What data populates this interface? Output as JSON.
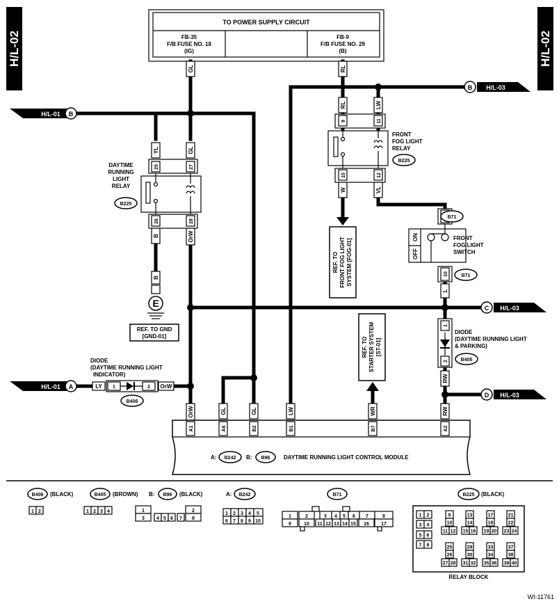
{
  "side_tab": "H/L-02",
  "power_box": {
    "title": "TO POWER SUPPLY CIRCUIT",
    "left_fuse": [
      "FB-35",
      "F/B FUSE NO. 18",
      "(IG)"
    ],
    "right_fuse": [
      "FB-9",
      "F/B FUSE NO. 29",
      "(B)"
    ]
  },
  "wires": {
    "gl": "GL",
    "rl": "RL",
    "lw": "LW",
    "yl": "YL",
    "b": "B",
    "orw": "OrW",
    "w": "W",
    "vl": "VL",
    "l": "L",
    "rw": "RW",
    "wr": "WR",
    "ly": "LY"
  },
  "connectors": {
    "left_in": "H/L-01",
    "left_in_letter": "B",
    "left_in2": "H/L-01",
    "left_in2_letter": "A",
    "right_b": "H/L-03",
    "right_b_letter": "B",
    "right_c": "H/L-03",
    "right_c_letter": "C",
    "right_d": "H/L-03",
    "right_d_letter": "D"
  },
  "pins": {
    "p25": "25",
    "p27": "27",
    "p26": "26",
    "p28": "28",
    "p9": "9",
    "p11": "11",
    "p10": "10",
    "p12": "12",
    "s11": "11",
    "s10": "10",
    "d1": "1",
    "d2": "2",
    "dd1": "1",
    "dd2": "2"
  },
  "drl_relay": {
    "lines": [
      "DAYTIME",
      "RUNNING",
      "LIGHT",
      "RELAY"
    ],
    "conn": "B225"
  },
  "fog_relay": {
    "lines": [
      "FRONT",
      "FOG LIGHT",
      "RELAY"
    ],
    "conn": "B225"
  },
  "fog_switch": {
    "lines": [
      "FRONT",
      "FOG LIGHT",
      "SWITCH"
    ],
    "conn": "B71",
    "conn2": "B71",
    "on": "ON",
    "off": "OFF"
  },
  "diode_right": {
    "lines": [
      "DIODE",
      "(DAYTIME RUNNING LIGHT",
      "& PARKING)"
    ],
    "conn": "B405"
  },
  "diode_left": {
    "lines": [
      "DIODE",
      "(DAYTIME RUNNING LIGHT",
      "INDICATOR)"
    ],
    "conn": "B406"
  },
  "ground": {
    "letter": "E",
    "ref": [
      "REF. TO GND",
      "[GND-01]"
    ]
  },
  "ref_fog": [
    "REF. TO",
    "FRONT FOG LIGHT",
    "SYSTEM [FOG-01]"
  ],
  "ref_starter": [
    "REF. TO",
    "STARTER SYSTEM",
    "[ST-01]"
  ],
  "module": {
    "pins": [
      "A1",
      "A6",
      "B2",
      "B1",
      "B7",
      "A2"
    ],
    "a_label": "A:",
    "a_conn": "B242",
    "b_label": "B:",
    "b_conn": "B96",
    "title": "DAYTIME RUNNING LIGHT CONTROL MODULE"
  },
  "legend": {
    "b406": {
      "name": "B406",
      "color": "(BLACK)",
      "pins": [
        "1",
        "2"
      ]
    },
    "b405": {
      "name": "B405",
      "color": "(BROWN)",
      "pins": [
        "1",
        "2",
        "3",
        "4"
      ]
    },
    "b96": {
      "prefix": "B:",
      "name": "B96",
      "color": "(BLACK)",
      "row1": [
        "1",
        "",
        "",
        "",
        "2"
      ],
      "row2": [
        "3",
        "4",
        "5",
        "6",
        "7",
        "8"
      ]
    },
    "b242": {
      "prefix": "A:",
      "name": "B242",
      "row1": [
        "1",
        "2",
        "3",
        "4",
        "5"
      ],
      "row2": [
        "6",
        "7",
        "8",
        "9",
        "10"
      ]
    },
    "b71": {
      "name": "B71",
      "row1": [
        "1",
        "2",
        "3",
        "4",
        "5",
        "6",
        "7",
        "8"
      ],
      "row2": [
        "9",
        "10",
        "11",
        "12",
        "13",
        "14",
        "15",
        "16",
        "17"
      ]
    },
    "b225": {
      "name": "B225",
      "color": "(BLACK)",
      "caption": "RELAY BLOCK",
      "cells": [
        "1",
        "2",
        "3",
        "4",
        "5",
        "6",
        "7",
        "8",
        "9",
        "10",
        "11",
        "12",
        "13",
        "14",
        "15",
        "16",
        "17",
        "18",
        "19",
        "20",
        "21",
        "22",
        "23",
        "24",
        "25",
        "26",
        "27",
        "28",
        "29",
        "30",
        "31",
        "32",
        "33",
        "34",
        "35",
        "36",
        "37",
        "38",
        "39",
        "40"
      ]
    }
  },
  "figure_id": "WI-11761"
}
